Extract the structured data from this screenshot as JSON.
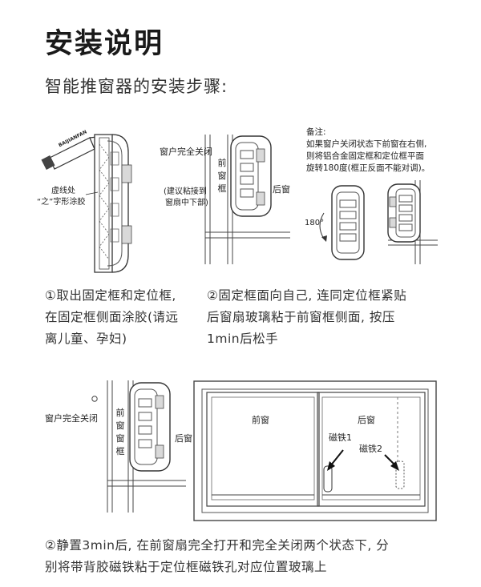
{
  "title": "安装说明",
  "subtitle": "智能推窗器的安装步骤:",
  "fig1": {
    "tube_text": "BAIJIANFAN",
    "label_dashed": "虚线处",
    "label_glue": "“之”字形涂胶"
  },
  "fig2": {
    "label_closed": "窗户完全关闭",
    "label_tip_line1": "(建议粘接到",
    "label_tip_line2": "窗扇中下部)",
    "label_front": "前窗框",
    "label_back": "后窗"
  },
  "fig3": {
    "note_title": "备注:",
    "note_line1": "如果窗户关闭状态下前窗在右侧,",
    "note_line2": "则将铝合金固定框和定位框平面",
    "note_line3": "旋转180度(框正反面不能对调)。",
    "angle": "180°"
  },
  "steps": {
    "step1_line1": "①取出固定框和定位框,",
    "step1_line2": "在固定框侧面涂胶(请远",
    "step1_line3": "离儿童、孕妇)",
    "step2_line1": "②固定框面向自己, 连同定位框紧贴",
    "step2_line2": "后窗扇玻璃粘于前窗框侧面, 按压",
    "step2_line3": "1min后松手",
    "step3_line1": "②静置3min后, 在前窗扇完全打开和完全关闭两个状态下, 分",
    "step3_line2": "别将带背胶磁铁粘于定位框磁铁孔对应位置玻璃上"
  },
  "fig4": {
    "label_closed": "窗户完全关闭",
    "label_front": "前窗窗框",
    "label_back": "后窗"
  },
  "fig5": {
    "label_front": "前窗",
    "label_back": "后窗",
    "magnet1": "磁铁1",
    "magnet2": "磁铁2"
  }
}
